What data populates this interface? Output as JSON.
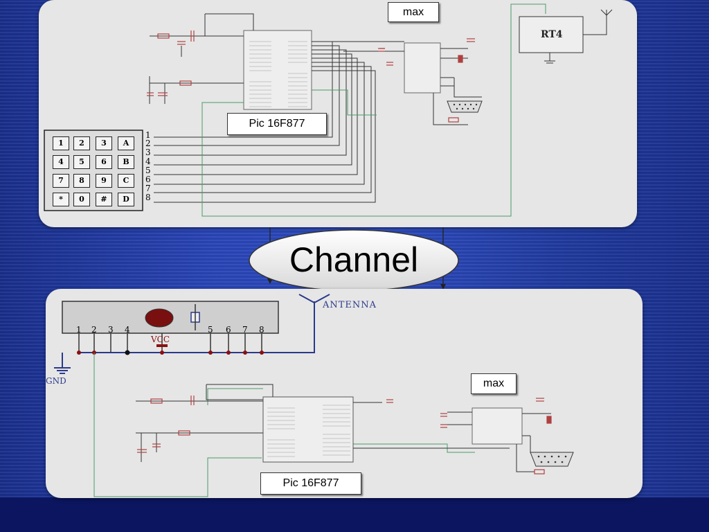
{
  "top_panel": {
    "max_label": "max",
    "pic_label": "Pic 16F877",
    "rt_label": "RT4",
    "keypad": {
      "rows": [
        [
          "1",
          "2",
          "3",
          "A"
        ],
        [
          "4",
          "5",
          "6",
          "B"
        ],
        [
          "7",
          "8",
          "9",
          "C"
        ],
        [
          "*",
          "0",
          "#",
          "D"
        ]
      ],
      "pins": [
        "1",
        "2",
        "3",
        "4",
        "5",
        "6",
        "7",
        "8"
      ]
    }
  },
  "channel": {
    "label": "Channel"
  },
  "bottom_panel": {
    "antenna_label": "ANTENNA",
    "vcc_label": "VCC",
    "gnd_label": "GND",
    "module_pins": [
      "1",
      "2",
      "3",
      "4",
      "5",
      "6",
      "7",
      "8"
    ],
    "max_label": "max",
    "pic_label": "Pic 16F877"
  },
  "colors": {
    "wire_dark": "#333333",
    "wire_green": "#4a9a6a",
    "wire_blue": "#2a3a8a",
    "part_red": "#b04040",
    "node": "#8a1010"
  }
}
